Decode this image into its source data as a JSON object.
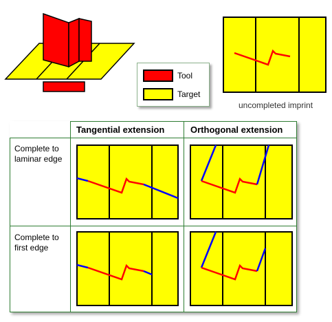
{
  "legend": {
    "items": [
      {
        "label": "Tool",
        "color": "#ff0000"
      },
      {
        "label": "Target",
        "color": "#ffff00"
      }
    ]
  },
  "caption": "uncompleted imprint",
  "table": {
    "columns": [
      "Tangential extension",
      "Orthogonal extension"
    ],
    "rows": [
      "Complete to laminar edge",
      "Complete to first edge"
    ]
  },
  "colors": {
    "target": "#ffff00",
    "tool": "#ff0000",
    "imprint": "#ff0000",
    "extension": "#0000ff",
    "grid": "#2e7d32"
  }
}
